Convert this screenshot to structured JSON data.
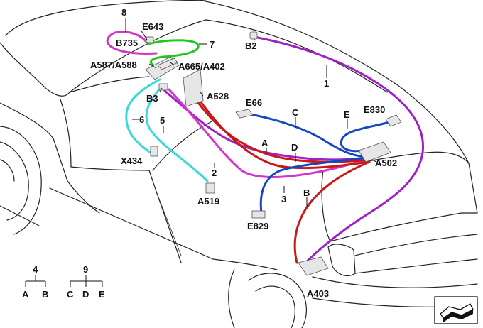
{
  "colors": {
    "violet": "#a020c8",
    "magenta": "#d236c8",
    "red": "#c81818",
    "blue": "#1448c0",
    "green": "#22c81e",
    "cyan": "#3ad8d8",
    "outline": "#222222"
  },
  "components": {
    "e643": "E643",
    "b735": "B735",
    "a587": "A587/A588",
    "a665": "A665/A402",
    "b2": "B2",
    "b3": "B3",
    "a528": "A528",
    "e66": "E66",
    "e830": "E830",
    "a502": "A502",
    "x434": "X434",
    "a519": "A519",
    "e829": "E829",
    "a403": "A403"
  },
  "harness_labels": {
    "h1": "1",
    "h2": "2",
    "h3": "3",
    "h5": "5",
    "h6": "6",
    "h7": "7",
    "h8": "8",
    "ha": "A",
    "hb": "B",
    "hc": "C",
    "hd": "D",
    "he": "E"
  },
  "legend": {
    "group1": {
      "parent": "4",
      "children": [
        "A",
        "B"
      ]
    },
    "group2": {
      "parent": "9",
      "children": [
        "C",
        "D",
        "E"
      ]
    }
  },
  "nav_icon": "direction-arrow-icon"
}
